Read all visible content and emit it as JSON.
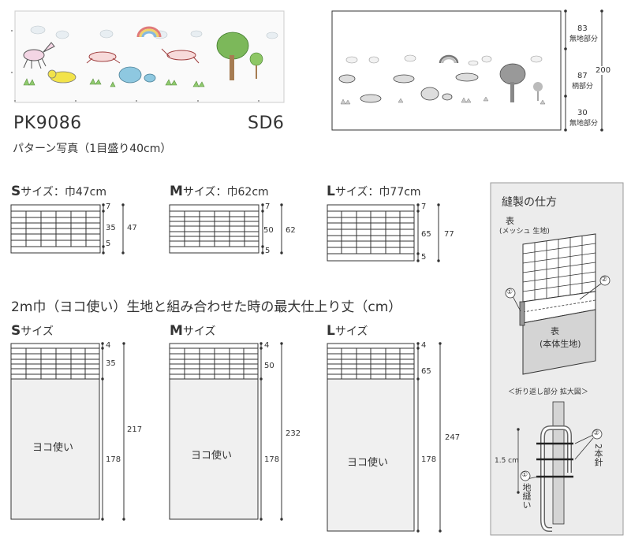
{
  "pattern": {
    "code": "PK9086",
    "series": "SD6",
    "caption": "パターン写真（1目盛り40cm）",
    "preview_dims": [
      {
        "value": "83",
        "label": "無地部分"
      },
      {
        "value": "87",
        "label": "柄部分"
      },
      {
        "value": "30",
        "label": "無地部分"
      }
    ],
    "preview_total": "200"
  },
  "mesh_sizes": [
    {
      "letter": "S",
      "label": "サイズ：巾47cm",
      "top": "7",
      "mid": "35",
      "bottom": "5",
      "total": "47"
    },
    {
      "letter": "M",
      "label": "サイズ：巾62cm",
      "top": "7",
      "mid": "50",
      "bottom": "5",
      "total": "62"
    },
    {
      "letter": "L",
      "label": "サイズ：巾77cm",
      "top": "7",
      "mid": "65",
      "bottom": "5",
      "total": "77"
    }
  ],
  "combo": {
    "title": "2m巾（ヨコ使い）生地と組み合わせた時の最大仕上り丈（cm）",
    "fabric_label": "ヨコ使い",
    "sizes": [
      {
        "letter": "S",
        "label": "サイズ",
        "top": "4",
        "mesh": "35",
        "fabric": "178",
        "total": "217"
      },
      {
        "letter": "M",
        "label": "サイズ",
        "top": "4",
        "mesh": "50",
        "fabric": "178",
        "total": "232"
      },
      {
        "letter": "L",
        "label": "サイズ",
        "top": "4",
        "mesh": "65",
        "fabric": "178",
        "total": "247"
      }
    ]
  },
  "sewing": {
    "title": "縫製の仕方",
    "front_label": "表",
    "front_sub": "(メッシュ 生地)",
    "body_label_1": "表",
    "body_label_2": "(本体生地)",
    "marker_1": "①",
    "marker_2": "②",
    "enlarge_label": "＜折り返し部分 拡大図＞",
    "measure": "1.5 cm",
    "stitch_1": "地縫い",
    "stitch_2": "2本針"
  }
}
